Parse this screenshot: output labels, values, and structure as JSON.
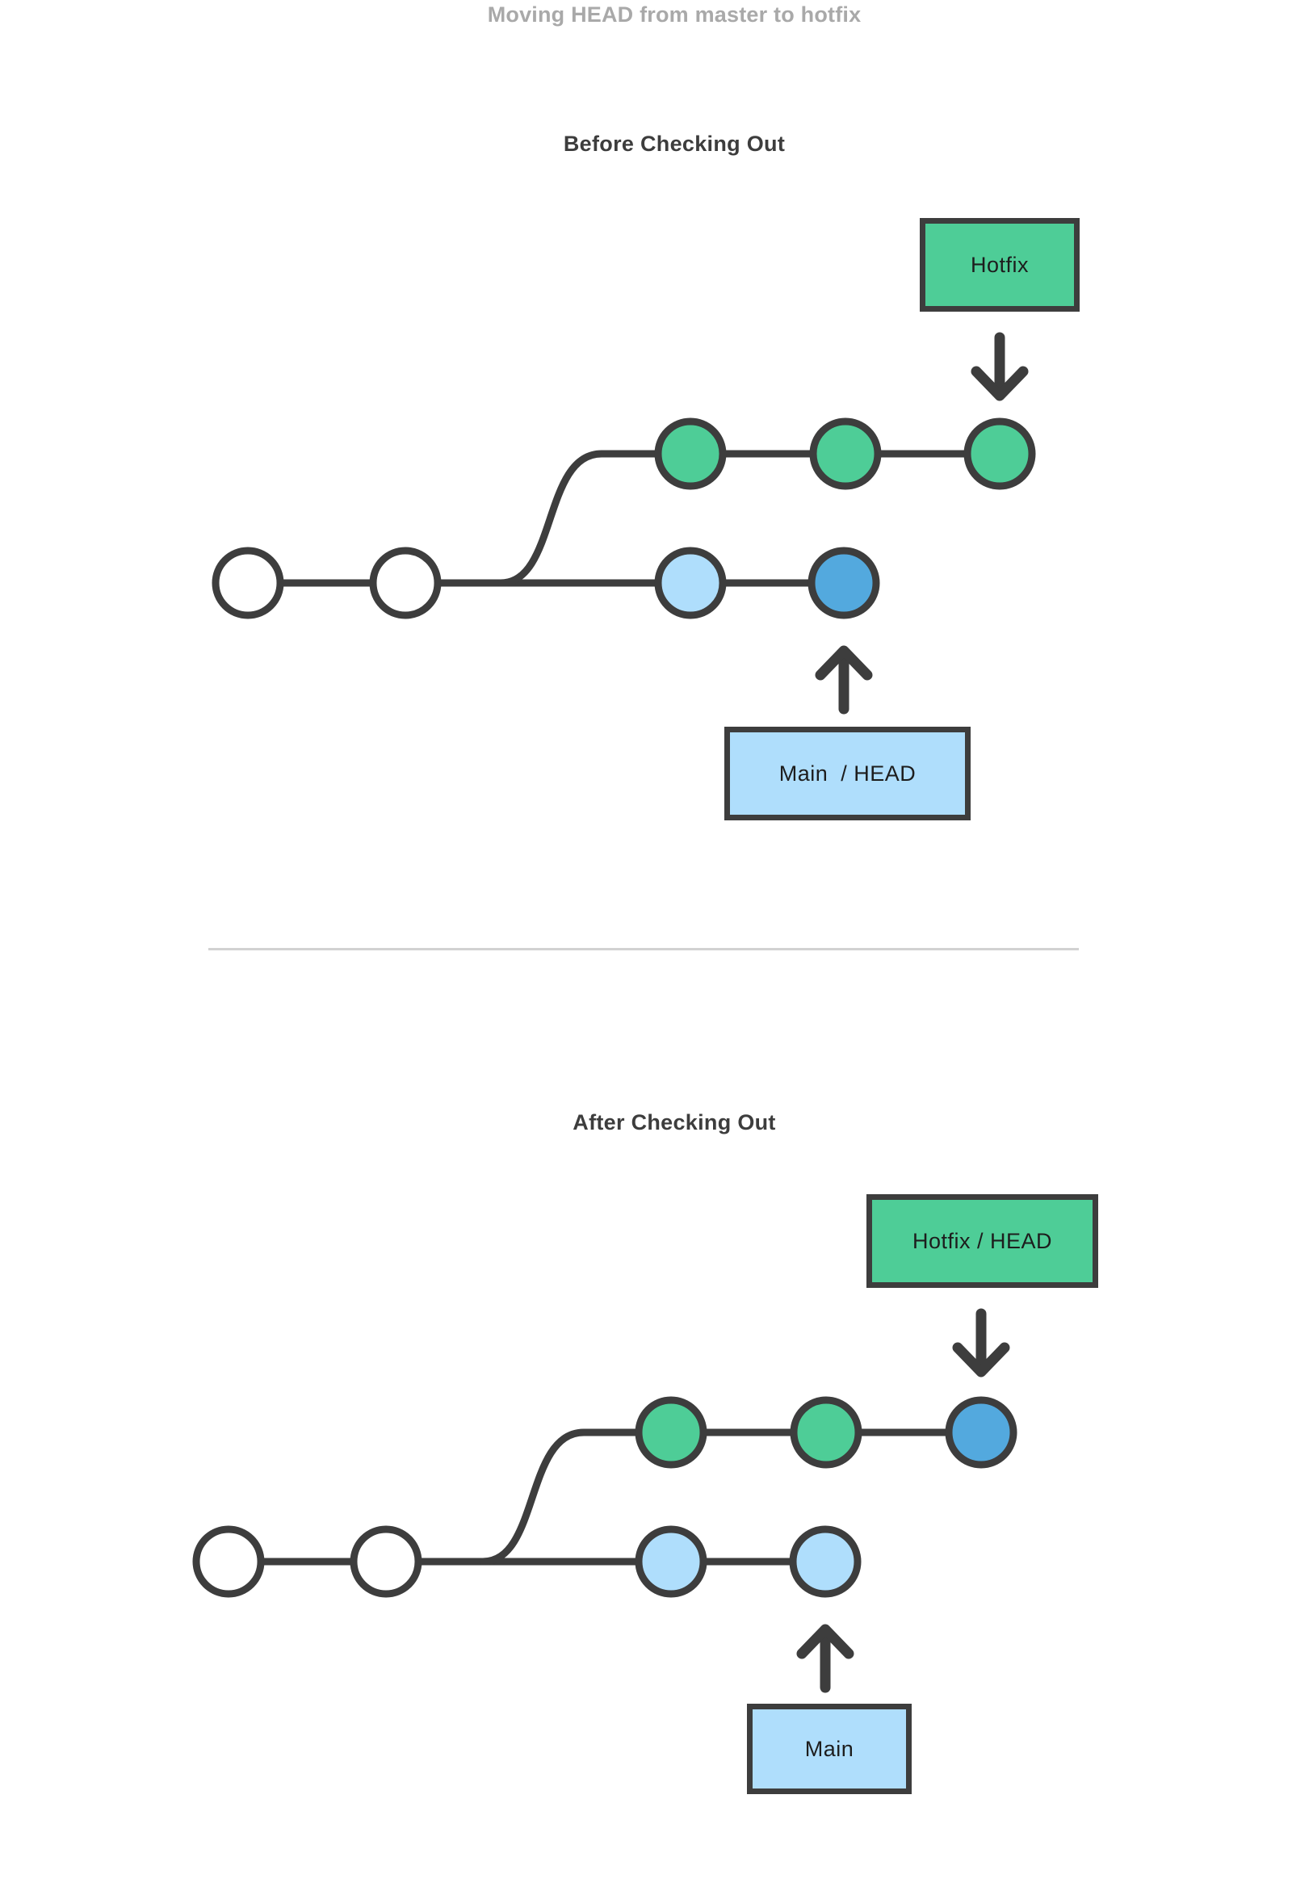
{
  "page": {
    "title": "Moving HEAD from master to hotfix",
    "title_color": "#a9a9a9",
    "background": "#ffffff"
  },
  "palette": {
    "stroke": "#3d3d3d",
    "green": "#4ecd97",
    "light_blue": "#afdefc",
    "head_blue": "#53a9de",
    "white": "#ffffff",
    "divider": "#d2d2d2"
  },
  "sections": [
    {
      "id": "before",
      "heading": "Before Checking Out",
      "labels": {
        "hotfix": "Hotfix",
        "main_head": "Main  / HEAD"
      },
      "graph": {
        "type": "git-commit-graph",
        "branches": [
          {
            "name": "main",
            "row": "bottom",
            "commits": [
              {
                "index": 0,
                "fill": "#ffffff",
                "is_head": false
              },
              {
                "index": 1,
                "fill": "#ffffff",
                "is_head": false
              },
              {
                "index": 2,
                "fill": "#afdefc",
                "is_head": false
              },
              {
                "index": 3,
                "fill": "#53a9de",
                "is_head": true
              }
            ]
          },
          {
            "name": "hotfix",
            "row": "top",
            "commits": [
              {
                "index": 0,
                "fill": "#4ecd97",
                "is_head": false
              },
              {
                "index": 1,
                "fill": "#4ecd97",
                "is_head": false
              },
              {
                "index": 2,
                "fill": "#4ecd97",
                "is_head": false
              }
            ]
          }
        ],
        "head_on": "main"
      }
    },
    {
      "id": "after",
      "heading": "After Checking Out",
      "labels": {
        "hotfix_head": "Hotfix / HEAD",
        "main": "Main"
      },
      "graph": {
        "type": "git-commit-graph",
        "branches": [
          {
            "name": "main",
            "row": "bottom",
            "commits": [
              {
                "index": 0,
                "fill": "#ffffff",
                "is_head": false
              },
              {
                "index": 1,
                "fill": "#ffffff",
                "is_head": false
              },
              {
                "index": 2,
                "fill": "#afdefc",
                "is_head": false
              },
              {
                "index": 3,
                "fill": "#afdefc",
                "is_head": false
              }
            ]
          },
          {
            "name": "hotfix",
            "row": "top",
            "commits": [
              {
                "index": 0,
                "fill": "#4ecd97",
                "is_head": false
              },
              {
                "index": 1,
                "fill": "#4ecd97",
                "is_head": false
              },
              {
                "index": 2,
                "fill": "#53a9de",
                "is_head": true
              }
            ]
          }
        ],
        "head_on": "hotfix"
      }
    }
  ]
}
